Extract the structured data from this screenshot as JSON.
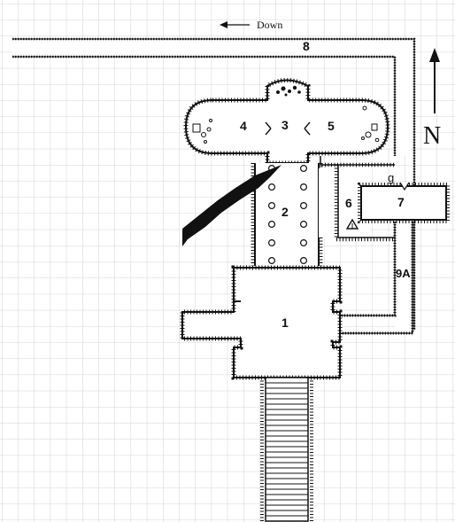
{
  "map": {
    "down_label": "Down",
    "north_label": "N",
    "rooms": [
      {
        "id": "1",
        "label": "1"
      },
      {
        "id": "2",
        "label": "2"
      },
      {
        "id": "3",
        "label": "3"
      },
      {
        "id": "4",
        "label": "4"
      },
      {
        "id": "5",
        "label": "5"
      },
      {
        "id": "6",
        "label": "6"
      },
      {
        "id": "7",
        "label": "7"
      },
      {
        "id": "8",
        "label": "8"
      },
      {
        "id": "9a",
        "label": "9A"
      }
    ],
    "marker_g": "g",
    "colors": {
      "grid": "#c8c8c8",
      "wall": "#111111",
      "floor": "#ffffff",
      "rubble": "#111111"
    },
    "icons": [
      "north-arrow-icon",
      "down-arrow-icon",
      "trap-triangle-icon"
    ]
  }
}
